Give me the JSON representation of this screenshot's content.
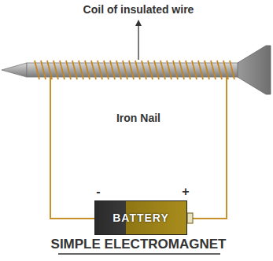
{
  "diagram": {
    "caption": "SIMPLE ELECTROMAGNET",
    "nodes": [
      {
        "text": [
          "BATTERY"
        ]
      }
    ],
    "labels": [
      "Coil of insulated wire",
      "Iron Nail",
      "-",
      "+"
    ]
  }
}
